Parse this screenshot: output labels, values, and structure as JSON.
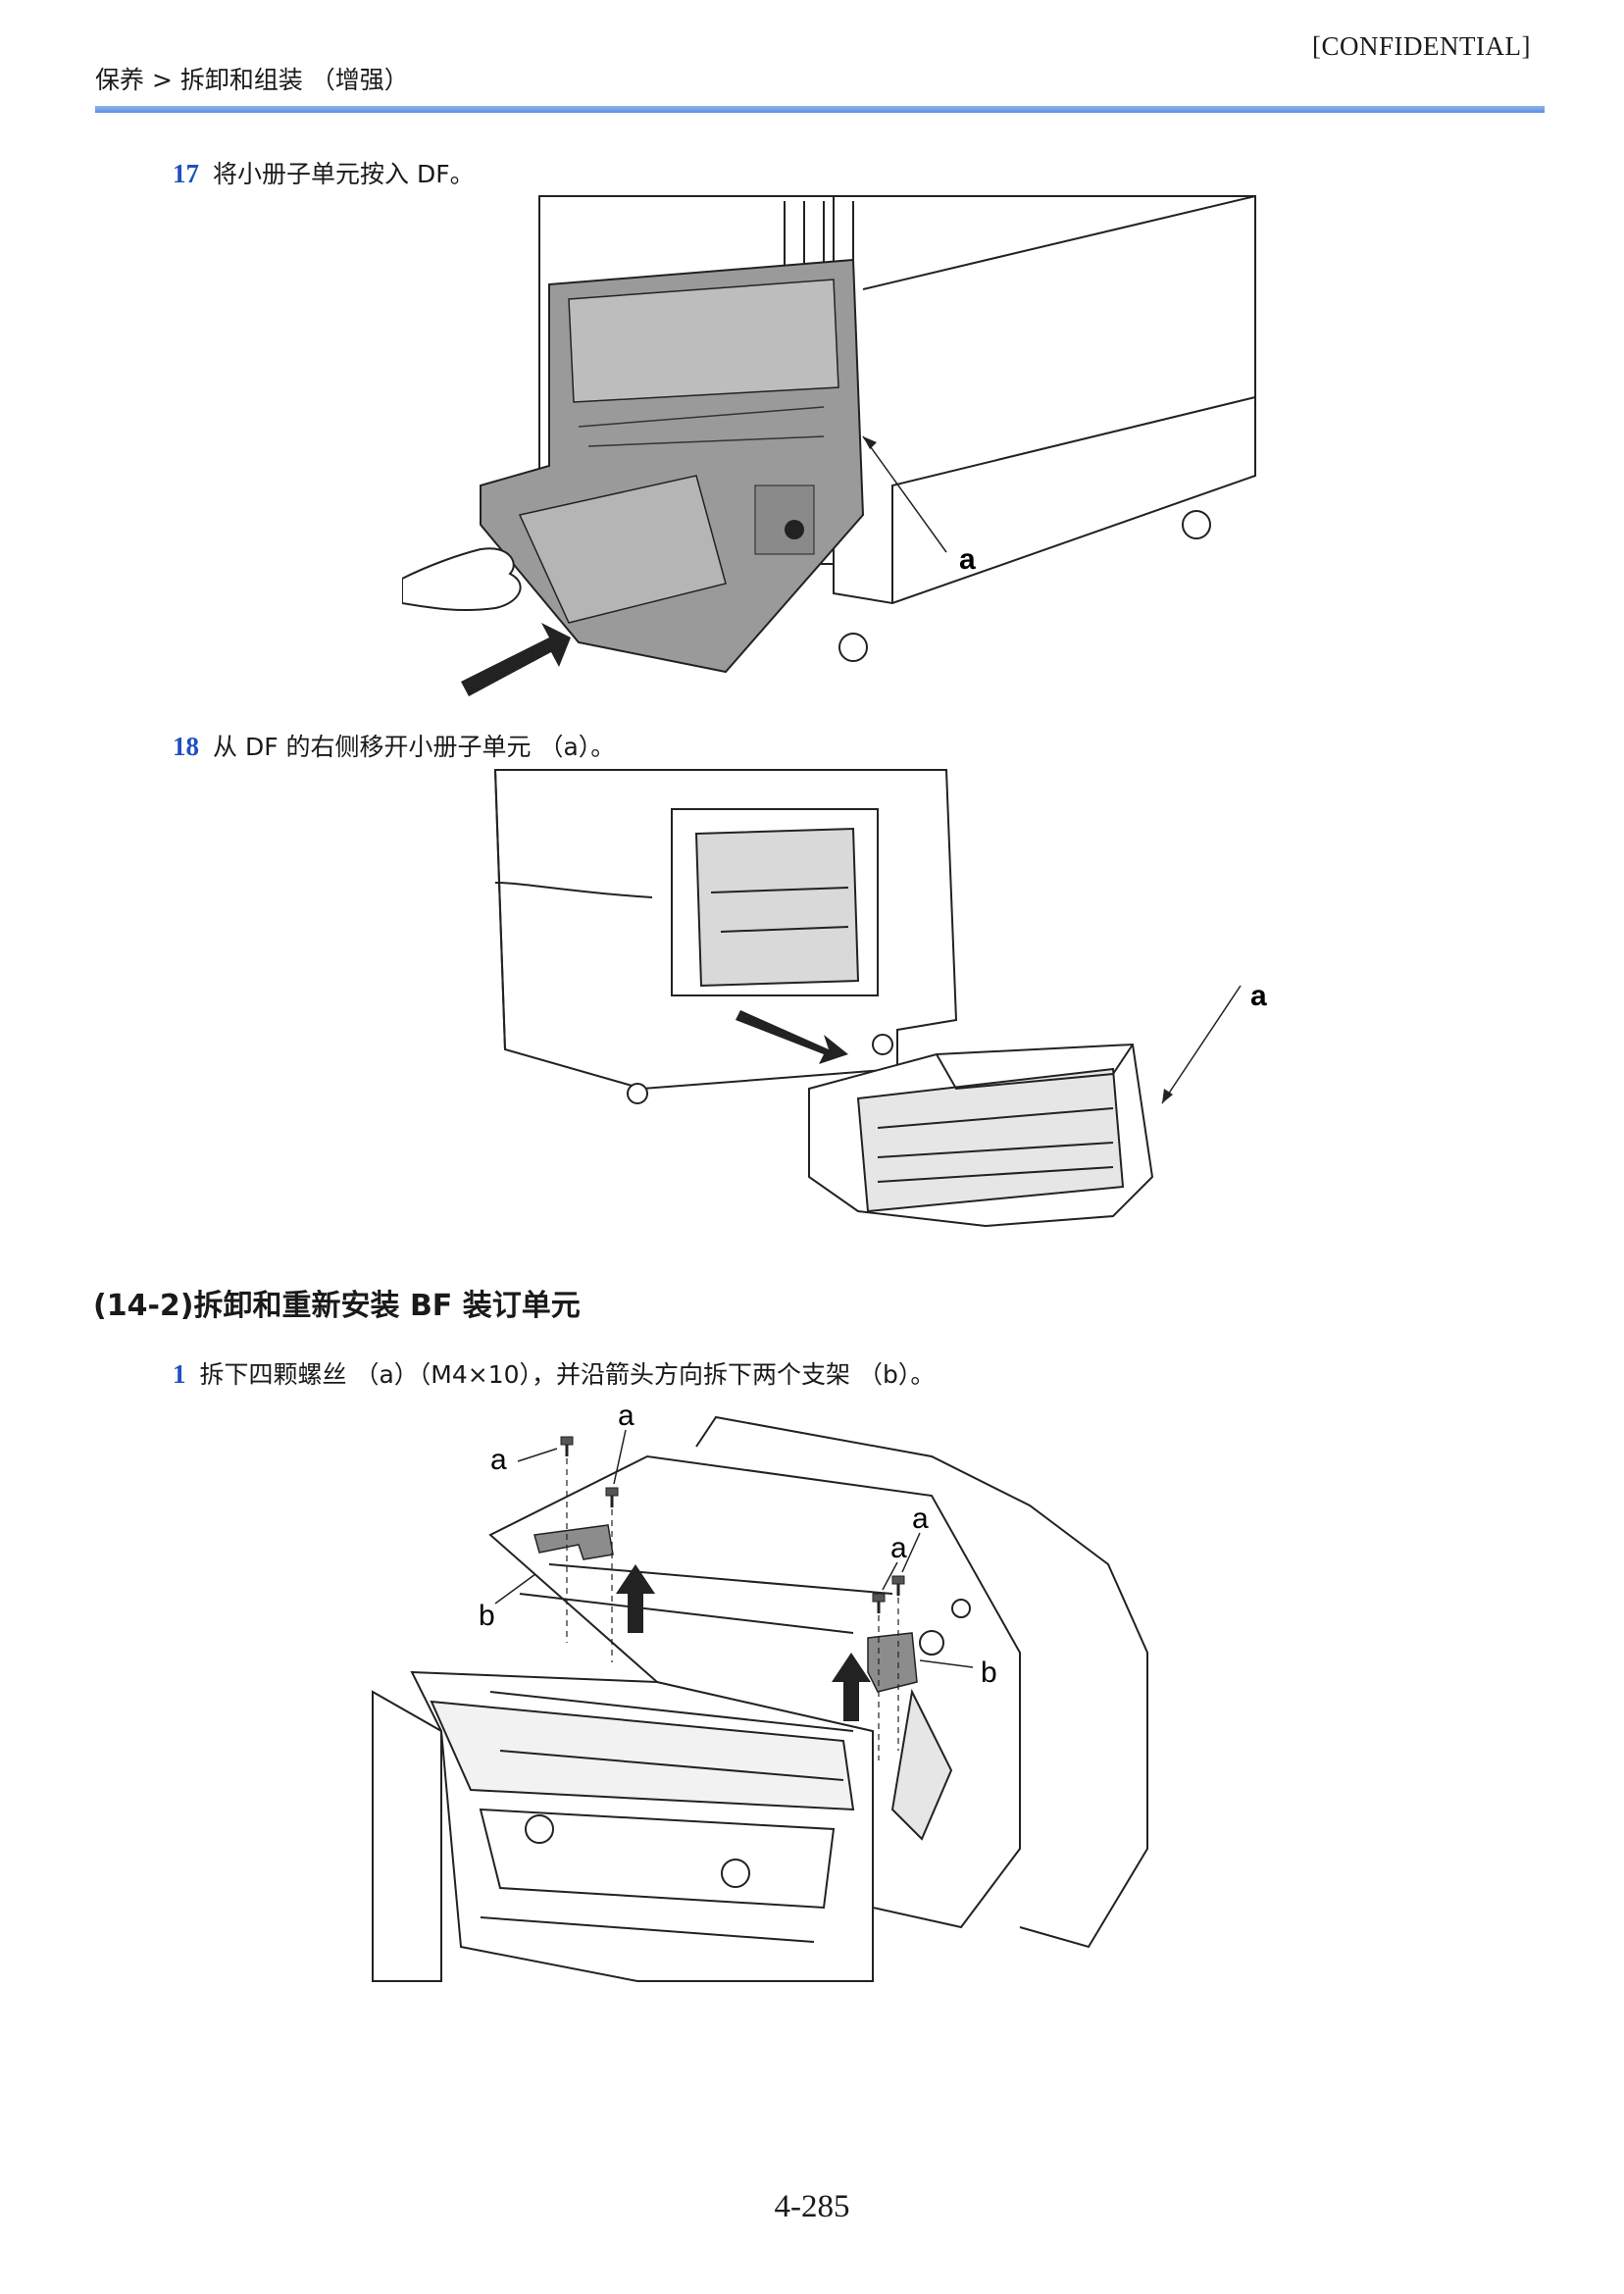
{
  "header": {
    "confidential": "[CONFIDENTIAL]",
    "breadcrumb": "保养 > 拆卸和组装 （增强）"
  },
  "steps": [
    {
      "number": "17",
      "text": "将小册子单元按入 DF。"
    },
    {
      "number": "18",
      "text": "从 DF 的右侧移开小册子单元 （a）。"
    }
  ],
  "section": {
    "title": "(14-2)拆卸和重新安装 BF 装订单元"
  },
  "section_steps": [
    {
      "number": "1",
      "text": "拆下四颗螺丝 （a）（M4×10），并沿箭头方向拆下两个支架 （b）。"
    }
  ],
  "figures": {
    "fig17": {
      "labels": [
        "a"
      ]
    },
    "fig18": {
      "labels": [
        "a"
      ]
    },
    "fig1": {
      "labels": [
        "a",
        "a",
        "a",
        "a",
        "b",
        "b"
      ]
    }
  },
  "colors": {
    "step_number": "#1f4fc2",
    "header_rule": "#5b8fe0",
    "unit_gray": "#9a9a9a"
  },
  "footer": {
    "page_number": "4-285"
  }
}
